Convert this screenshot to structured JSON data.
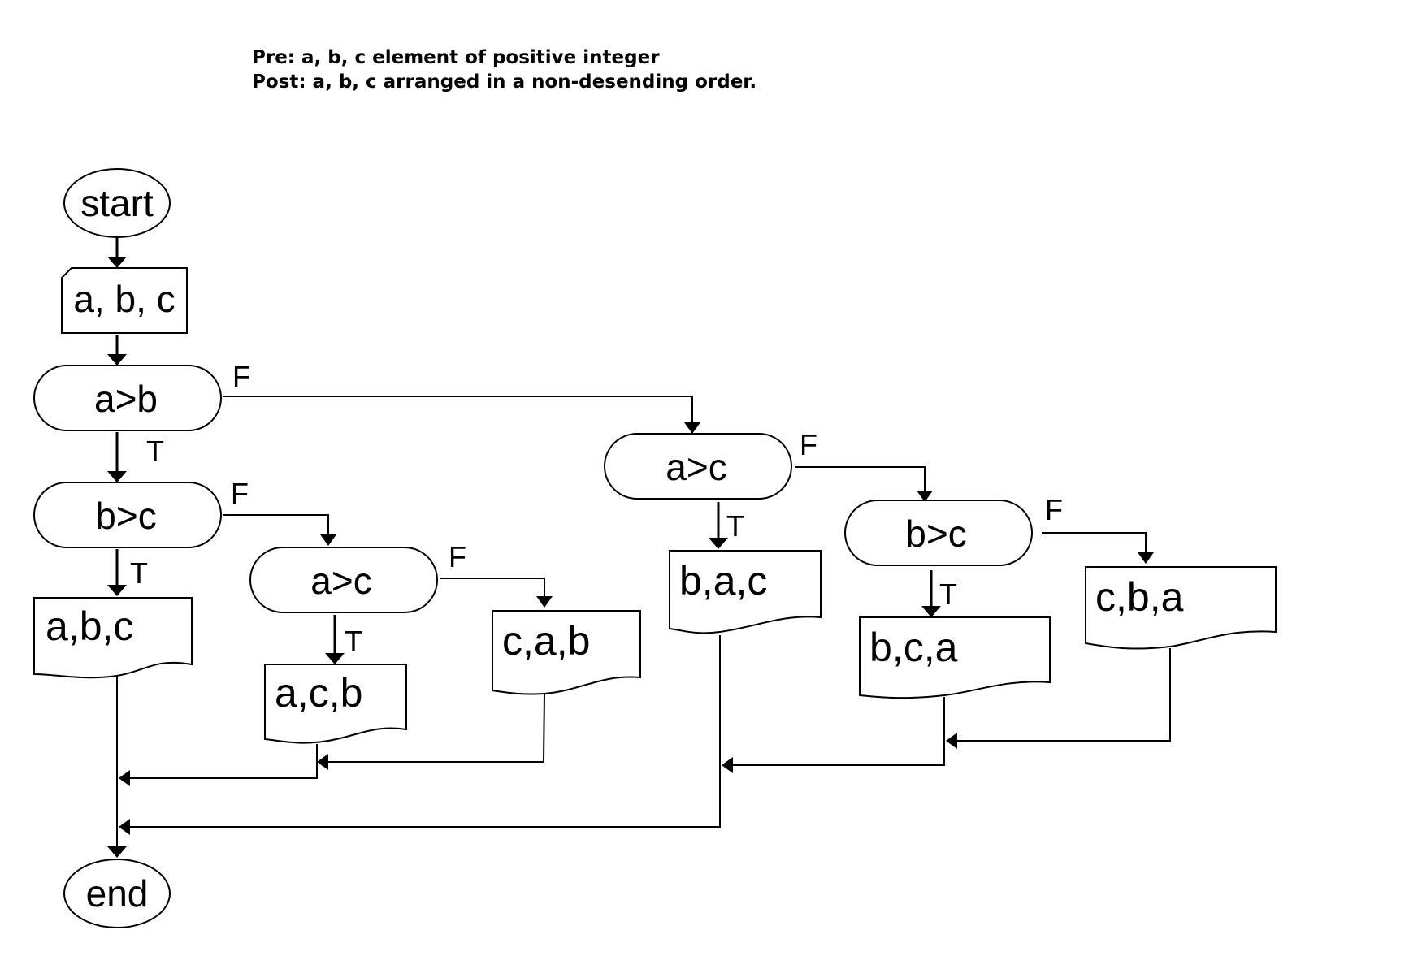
{
  "header": {
    "pre": "Pre: a, b, c element of positive integer",
    "post": "Post: a, b, c arranged in a non-desending order."
  },
  "flowchart": {
    "start": "start",
    "input": "a, b, c",
    "decision_ab": "a>b",
    "decision_bc_left": "b>c",
    "decision_ac_left": "a>c",
    "decision_ac_right": "a>c",
    "decision_bc_right": "b>c",
    "output_abc": "a,b,c",
    "output_acb": "a,c,b",
    "output_cab": "c,a,b",
    "output_bac": "b,a,c",
    "output_bca": "b,c,a",
    "output_cba": "c,b,a",
    "end": "end",
    "true_label": "T",
    "false_label": "F"
  }
}
